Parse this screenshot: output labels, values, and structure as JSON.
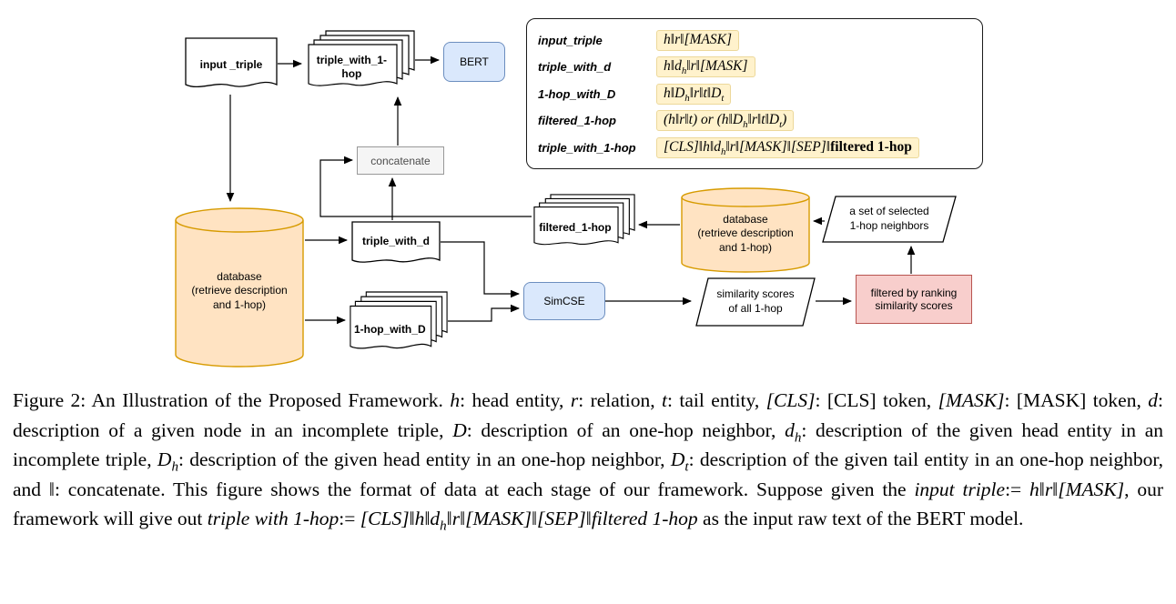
{
  "figure": {
    "nodes": {
      "input_triple": "input _triple",
      "triple_with_1hop": "triple_with_1-hop",
      "bert": "BERT",
      "concatenate": "concatenate",
      "database_left": "database\n(retrieve description\nand 1-hop)",
      "triple_with_d": "triple_with_d",
      "one_hop_with_D": "1-hop_with_D",
      "simcse": "SimCSE",
      "filtered_1hop": "filtered_1-hop",
      "database_right": "database\n(retrieve description\nand 1-hop)",
      "selected_neighbors": "a set of selected\n1-hop neighbors",
      "similarity_scores": "similarity scores\nof all 1-hop",
      "filtered_by_ranking": "filtered by ranking\nsimilarity scores"
    },
    "legend": {
      "rows": [
        {
          "label": "input_triple",
          "value": [
            {
              "t": "h‖r‖[MASK]",
              "i": true
            }
          ]
        },
        {
          "label": "triple_with_d",
          "value": [
            {
              "t": "h‖d",
              "i": true
            },
            {
              "t": "h",
              "i": true,
              "sub": true
            },
            {
              "t": "‖r‖[MASK]",
              "i": true
            }
          ]
        },
        {
          "label": "1-hop_with_D",
          "value": [
            {
              "t": "h‖D",
              "i": true
            },
            {
              "t": "h",
              "i": true,
              "sub": true
            },
            {
              "t": "‖r‖t‖D",
              "i": true
            },
            {
              "t": "t",
              "i": true,
              "sub": true
            }
          ]
        },
        {
          "label": "filtered_1-hop",
          "value": [
            {
              "t": "(h‖r‖t) or (h‖D",
              "i": true
            },
            {
              "t": "h",
              "i": true,
              "sub": true
            },
            {
              "t": "‖r‖t‖D",
              "i": true
            },
            {
              "t": "t",
              "i": true,
              "sub": true
            },
            {
              "t": ")",
              "i": true
            }
          ]
        },
        {
          "label": "triple_with_1-hop",
          "value": [
            {
              "t": "[CLS]‖h‖d",
              "i": true
            },
            {
              "t": "h",
              "i": true,
              "sub": true
            },
            {
              "t": "‖r‖[MASK]‖[SEP]‖",
              "i": true
            },
            {
              "t": "filtered 1-hop",
              "b": true
            }
          ]
        }
      ]
    },
    "colors": {
      "blue_fill": "#dae8fc",
      "blue_stroke": "#6c8ebf",
      "orange_fill": "#ffe3c2",
      "orange_stroke": "#d79b00",
      "pink_fill": "#f8cecc",
      "pink_stroke": "#b85450",
      "gray_fill": "#f5f5f5",
      "gray_stroke": "#999999",
      "highlight_yellow": "#fff2cc"
    }
  },
  "caption": {
    "segments": [
      {
        "t": "Figure 2: An Illustration of the Proposed Framework. "
      },
      {
        "t": "h",
        "i": true
      },
      {
        "t": ": head entity, "
      },
      {
        "t": "r",
        "i": true
      },
      {
        "t": ": relation, "
      },
      {
        "t": "t",
        "i": true
      },
      {
        "t": ": tail entity, "
      },
      {
        "t": "[CLS]",
        "i": true
      },
      {
        "t": ": [CLS] token, "
      },
      {
        "t": "[MASK]",
        "i": true
      },
      {
        "t": ": [MASK] token, "
      },
      {
        "t": "d",
        "i": true
      },
      {
        "t": ": description of a given node in an incomplete triple, "
      },
      {
        "t": "D",
        "i": true
      },
      {
        "t": ": description of an one-hop neighbor, "
      },
      {
        "t": "d",
        "i": true
      },
      {
        "t": "h",
        "i": true,
        "sub": true
      },
      {
        "t": ": description of the given head entity in an incomplete triple, "
      },
      {
        "t": "D",
        "i": true
      },
      {
        "t": "h",
        "i": true,
        "sub": true
      },
      {
        "t": ": description of the given head entity in an one-hop neighbor, "
      },
      {
        "t": "D",
        "i": true
      },
      {
        "t": "t",
        "i": true,
        "sub": true
      },
      {
        "t": ": description of the given tail entity in an one-hop neighbor, and "
      },
      {
        "t": "‖"
      },
      {
        "t": ": concatenate. This figure shows the format of data at each stage of our framework. Suppose given the "
      },
      {
        "t": "input triple",
        "i": true
      },
      {
        "t": ":= "
      },
      {
        "t": "h‖r‖[MASK]",
        "i": true
      },
      {
        "t": ", our framework will give out "
      },
      {
        "t": "triple with 1-hop",
        "i": true
      },
      {
        "t": ":= "
      },
      {
        "t": "[CLS]‖h‖d",
        "i": true
      },
      {
        "t": "h",
        "i": true,
        "sub": true
      },
      {
        "t": "‖r‖[MASK]‖[SEP]‖",
        "i": true
      },
      {
        "t": "filtered 1-hop",
        "i": true
      },
      {
        "t": " as the input raw text of the BERT model."
      }
    ]
  }
}
